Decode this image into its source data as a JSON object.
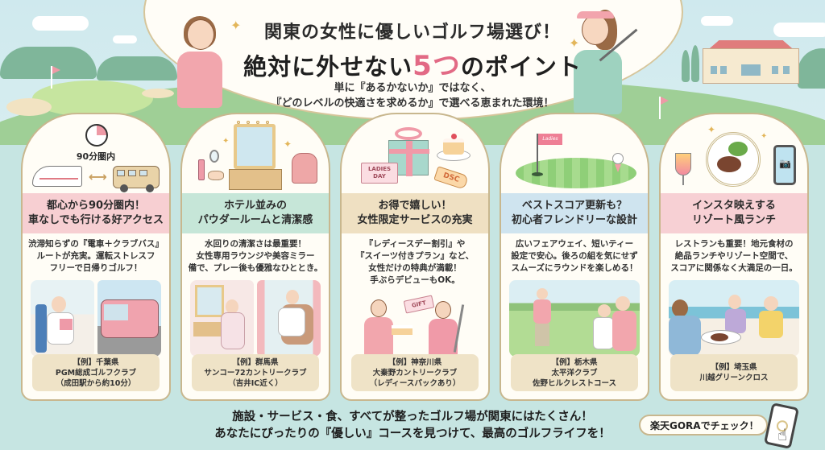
{
  "header": {
    "title_line1": "関東の女性に優しいゴルフ場選び！",
    "title_line2_pre": "絶対に外せない",
    "title_line2_accent": "5つ",
    "title_line2_post": "のポイント",
    "subtitle_line1": "単に『あるかないか』ではなく、",
    "subtitle_line2": "『どのレベルの快適さを求めるか』で選べる恵まれた環境！"
  },
  "colors": {
    "accent_pink": "#e26a85",
    "card_border": "#c8b78e",
    "card_bg": "#fffdf6",
    "example_bg": "#efe3c7",
    "background": "#c6e5e2",
    "head_pink": "#f7cfd2",
    "head_mint": "#c6e6d8",
    "head_beige": "#efe0c2",
    "head_blue": "#cfe4ef",
    "head_rose": "#f7d0d4"
  },
  "cards": [
    {
      "illus_label": "90分圏内",
      "head_line1": "都心から90分圏内！",
      "head_line2": "車なしでも行ける好アクセス",
      "body_line1": "渋滞知らずの『電車＋クラブバス』",
      "body_line2": "ルートが充実。運転ストレスフ",
      "body_line3": "フリーで日帰りゴルフ！",
      "example_line1": "【例】千葉県",
      "example_line2": "PGM総成ゴルフクラブ",
      "example_line3": "（成田駅から約10分）"
    },
    {
      "head_line1": "ホテル並みの",
      "head_line2": "パウダールームと清潔感",
      "body_line1": "水回りの清潔さは最重要！",
      "body_line2": "女性専用ラウンジや美容ミラー",
      "body_line3": "備で、プレー後も優雅なひととき。",
      "example_line1": "【例】群馬県",
      "example_line2": "サンコー72カントリークラブ",
      "example_line3": "（吉井IC近く）"
    },
    {
      "ticket_label_1": "LADIES",
      "ticket_label_2": "DAY",
      "tag_label": "DSC",
      "gift_label": "GIFT",
      "head_line1": "お得で嬉しい！",
      "head_line2": "女性限定サービスの充実",
      "body_line1": "『レディースデー割引』や",
      "body_line2": "『スイーツ付きプラン』など、",
      "body_line3": "女性だけの特典が満載！",
      "body_line4": "手ぶらデビューもOK。",
      "example_line1": "【例】神奈川県",
      "example_line2": "大秦野カントリークラブ",
      "example_line3": "（レディースパックあり）"
    },
    {
      "flag_label": "Ladies",
      "head_line1": "ベストスコア更新も？",
      "head_line2": "初心者フレンドリーな設計",
      "body_line1": "広いフェアウェイ、短いティー",
      "body_line2": "設定で安心。後ろの組を気にせず",
      "body_line3": "スムーズにラウンドを楽しめる！",
      "example_line1": "【例】栃木県",
      "example_line2": "太平洋クラブ",
      "example_line3": "佐野ヒルクレストコース"
    },
    {
      "head_line1": "インスタ映えする",
      "head_line2": "リゾート風ランチ",
      "body_line1": "レストランも重要！地元食材の",
      "body_line2": "絶品ランチやリゾート空間で、",
      "body_line3": "スコアに関係なく大満足の一日。",
      "example_line1": "【例】埼玉県",
      "example_line2": "川越グリーンクロス"
    }
  ],
  "footer": {
    "line1": "施設・サービス・食、すべてが整ったゴルフ場が関東にはたくさん！",
    "line2": "あなたにぴったりの『優しい』コースを見つけて、最高のゴルフライフを！",
    "cta_label": "楽天GORAでチェック！"
  },
  "icons": {
    "sparkle": "✦",
    "arrow": "⟷",
    "camera": "📷",
    "hand": "☝"
  }
}
